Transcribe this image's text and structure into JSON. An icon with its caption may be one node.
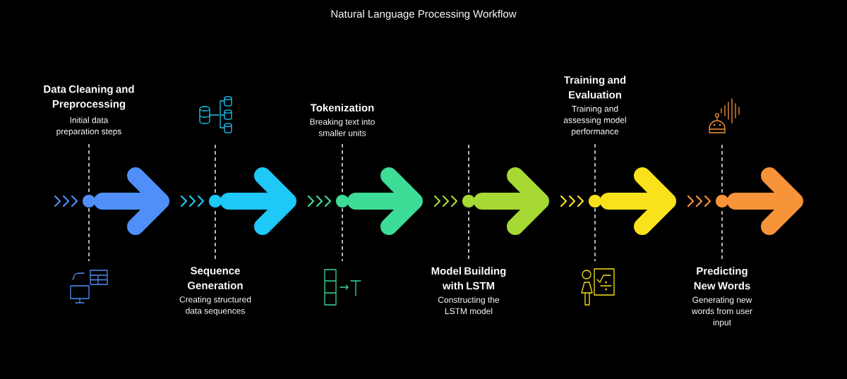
{
  "diagram": {
    "title": "Natural Language Processing Workflow",
    "nodes": [
      {
        "text": [
          "Data Cleaning and Preprocessing",
          "Initial data preparation steps"
        ]
      },
      {
        "text": [
          "Sequence Generation",
          "Creating structured data sequences"
        ]
      },
      {
        "text": [
          "Tokenization",
          "Breaking text into smaller units"
        ]
      },
      {
        "text": [
          "Model Building with LSTM",
          "Constructing the LSTM model"
        ]
      },
      {
        "text": [
          "Training and Evaluation",
          "Training and assessing model performance"
        ]
      },
      {
        "text": [
          "Predicting New Words",
          "Generating new words from user input"
        ]
      },
      {
        "text": [],
        "shape": "circle"
      },
      {
        "text": [],
        "shape": "circle"
      },
      {
        "text": [],
        "shape": "circle"
      },
      {
        "text": [],
        "shape": "circle"
      },
      {
        "text": [],
        "shape": "circle"
      },
      {
        "text": [],
        "shape": "circle"
      }
    ],
    "edges": [
      {
        "from": 0,
        "to": 6,
        "arrow": "none",
        "style": "dashed"
      },
      {
        "from": 1,
        "to": 7,
        "arrow": "none",
        "style": "dashed"
      },
      {
        "from": 2,
        "to": 8,
        "arrow": "none",
        "style": "dashed"
      },
      {
        "from": 3,
        "to": 9,
        "arrow": "none",
        "style": "dashed"
      },
      {
        "from": 4,
        "to": 10,
        "arrow": "none",
        "style": "dashed"
      },
      {
        "from": 5,
        "to": 11,
        "arrow": "none",
        "style": "dashed"
      },
      {
        "from": 6,
        "to": 7,
        "arrow": "to",
        "style": "thick",
        "color": "#4f8ff7"
      },
      {
        "from": 7,
        "to": 8,
        "arrow": "to",
        "style": "thick",
        "color": "#1ec8f7"
      },
      {
        "from": 8,
        "to": 9,
        "arrow": "to",
        "style": "thick",
        "color": "#3ddc97"
      },
      {
        "from": 9,
        "to": 10,
        "arrow": "to",
        "style": "thick",
        "color": "#a6d934"
      },
      {
        "from": 10,
        "to": 11,
        "arrow": "to",
        "style": "thick",
        "color": "#f9e21b"
      },
      {
        "from": 11,
        "to": null,
        "arrow": "to",
        "style": "thick",
        "color": "#f7943a"
      }
    ]
  }
}
